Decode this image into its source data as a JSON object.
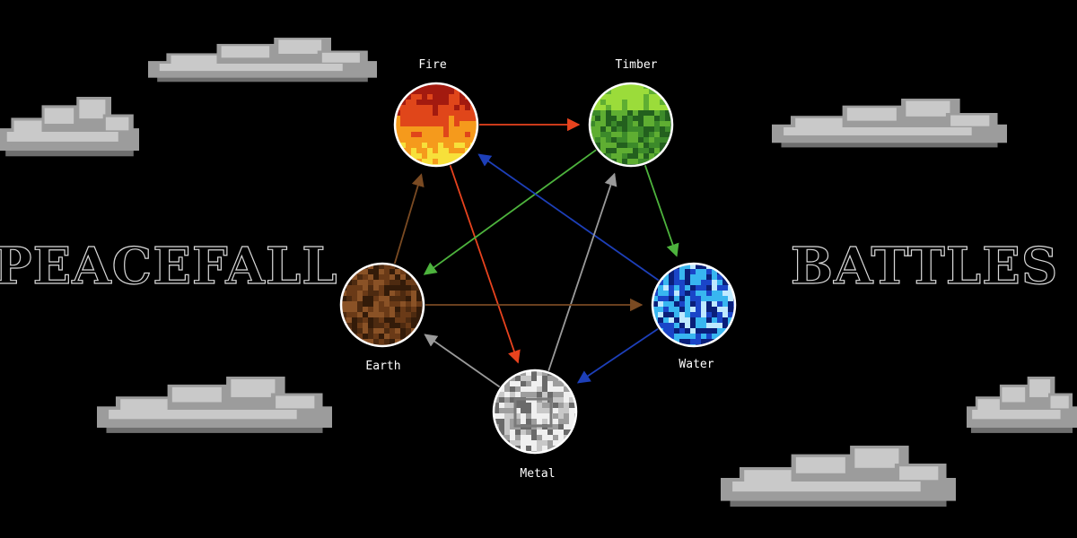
{
  "title_left": "PEACEFALL",
  "title_right": "BATTLES",
  "colors": {
    "background": "#000000",
    "node_border": "#ffffff",
    "cloud_light": "#c9c9c9",
    "cloud_mid": "#9c9c9c",
    "cloud_dark": "#6e6e6e"
  },
  "elements": [
    {
      "id": "fire",
      "label": "Fire",
      "icon": "fire-texture-icon",
      "colors": [
        "#f7e03a",
        "#f59a1c",
        "#e0461a",
        "#a31a0f"
      ]
    },
    {
      "id": "timber",
      "label": "Timber",
      "icon": "grass-texture-icon",
      "colors": [
        "#9bdc3a",
        "#5fae32",
        "#3c8a2a",
        "#23601e"
      ]
    },
    {
      "id": "water",
      "label": "Water",
      "icon": "water-texture-icon",
      "colors": [
        "#0a1f7a",
        "#1a45c8",
        "#38b6f0",
        "#bfe9ff"
      ]
    },
    {
      "id": "metal",
      "label": "Metal",
      "icon": "metal-texture-icon",
      "colors": [
        "#f0f0f0",
        "#c8c8c8",
        "#9e9e9e",
        "#6a6a6a"
      ]
    },
    {
      "id": "earth",
      "label": "Earth",
      "icon": "soil-texture-icon",
      "colors": [
        "#8a5226",
        "#6a3a17",
        "#4d2a10",
        "#331b09"
      ]
    }
  ],
  "arrows": [
    {
      "from": "fire",
      "to": "timber",
      "color": "#e8431e"
    },
    {
      "from": "fire",
      "to": "metal",
      "color": "#e8431e"
    },
    {
      "from": "timber",
      "to": "water",
      "color": "#4db33d"
    },
    {
      "from": "timber",
      "to": "earth",
      "color": "#4db33d"
    },
    {
      "from": "water",
      "to": "fire",
      "color": "#1d3fb8"
    },
    {
      "from": "water",
      "to": "metal",
      "color": "#1d3fb8"
    },
    {
      "from": "metal",
      "to": "timber",
      "color": "#9a9a9a"
    },
    {
      "from": "metal",
      "to": "earth",
      "color": "#9a9a9a"
    },
    {
      "from": "earth",
      "to": "fire",
      "color": "#7a4a22"
    },
    {
      "from": "earth",
      "to": "water",
      "color": "#7a4a22"
    }
  ]
}
